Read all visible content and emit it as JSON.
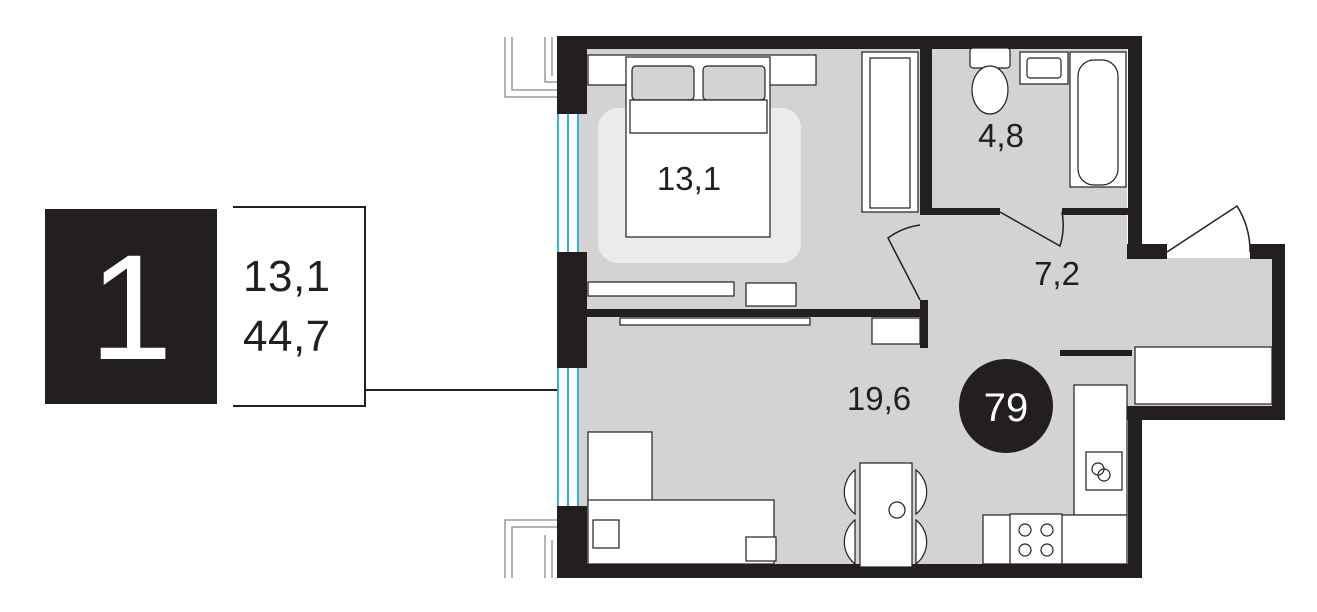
{
  "badge": {
    "rooms": "1"
  },
  "areas": {
    "living": "13,1",
    "total": "44,7"
  },
  "plan": {
    "number": "79",
    "rooms": {
      "bedroom": "13,1",
      "bathroom": "4,8",
      "hall": "7,2",
      "kitchen_living": "19,6"
    }
  },
  "colors": {
    "wall": "#231f20",
    "floor": "#d3d3d3",
    "window": "#2bb6d6"
  }
}
